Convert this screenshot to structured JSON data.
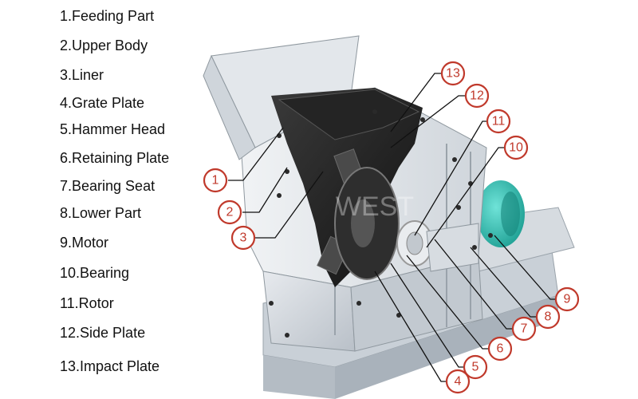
{
  "legend": {
    "items": [
      {
        "label": "1.Feeding Part"
      },
      {
        "label": "2.Upper Body"
      },
      {
        "label": "3.Liner"
      },
      {
        "label": "4.Grate Plate"
      },
      {
        "label": "5.Hammer Head"
      },
      {
        "label": "6.Retaining Plate"
      },
      {
        "label": "7.Bearing Seat"
      },
      {
        "label": "8.Lower Part"
      },
      {
        "label": "9.Motor"
      },
      {
        "label": "10.Bearing"
      },
      {
        "label": "11.Rotor"
      },
      {
        "label": "12.Side Plate"
      },
      {
        "label": "13.Impact Plate"
      }
    ]
  },
  "callouts": {
    "c1": "1",
    "c2": "2",
    "c3": "3",
    "c4": "4",
    "c5": "5",
    "c6": "6",
    "c7": "7",
    "c8": "8",
    "c9": "9",
    "c10": "10",
    "c11": "11",
    "c12": "12",
    "c13": "13"
  },
  "watermark": "WEST",
  "colors": {
    "callout": "#c0392b",
    "machine_light": "#e9ecef",
    "machine_mid": "#cdd3d9",
    "machine_dark": "#2a2a2a",
    "motor": "#2ec4b6"
  }
}
